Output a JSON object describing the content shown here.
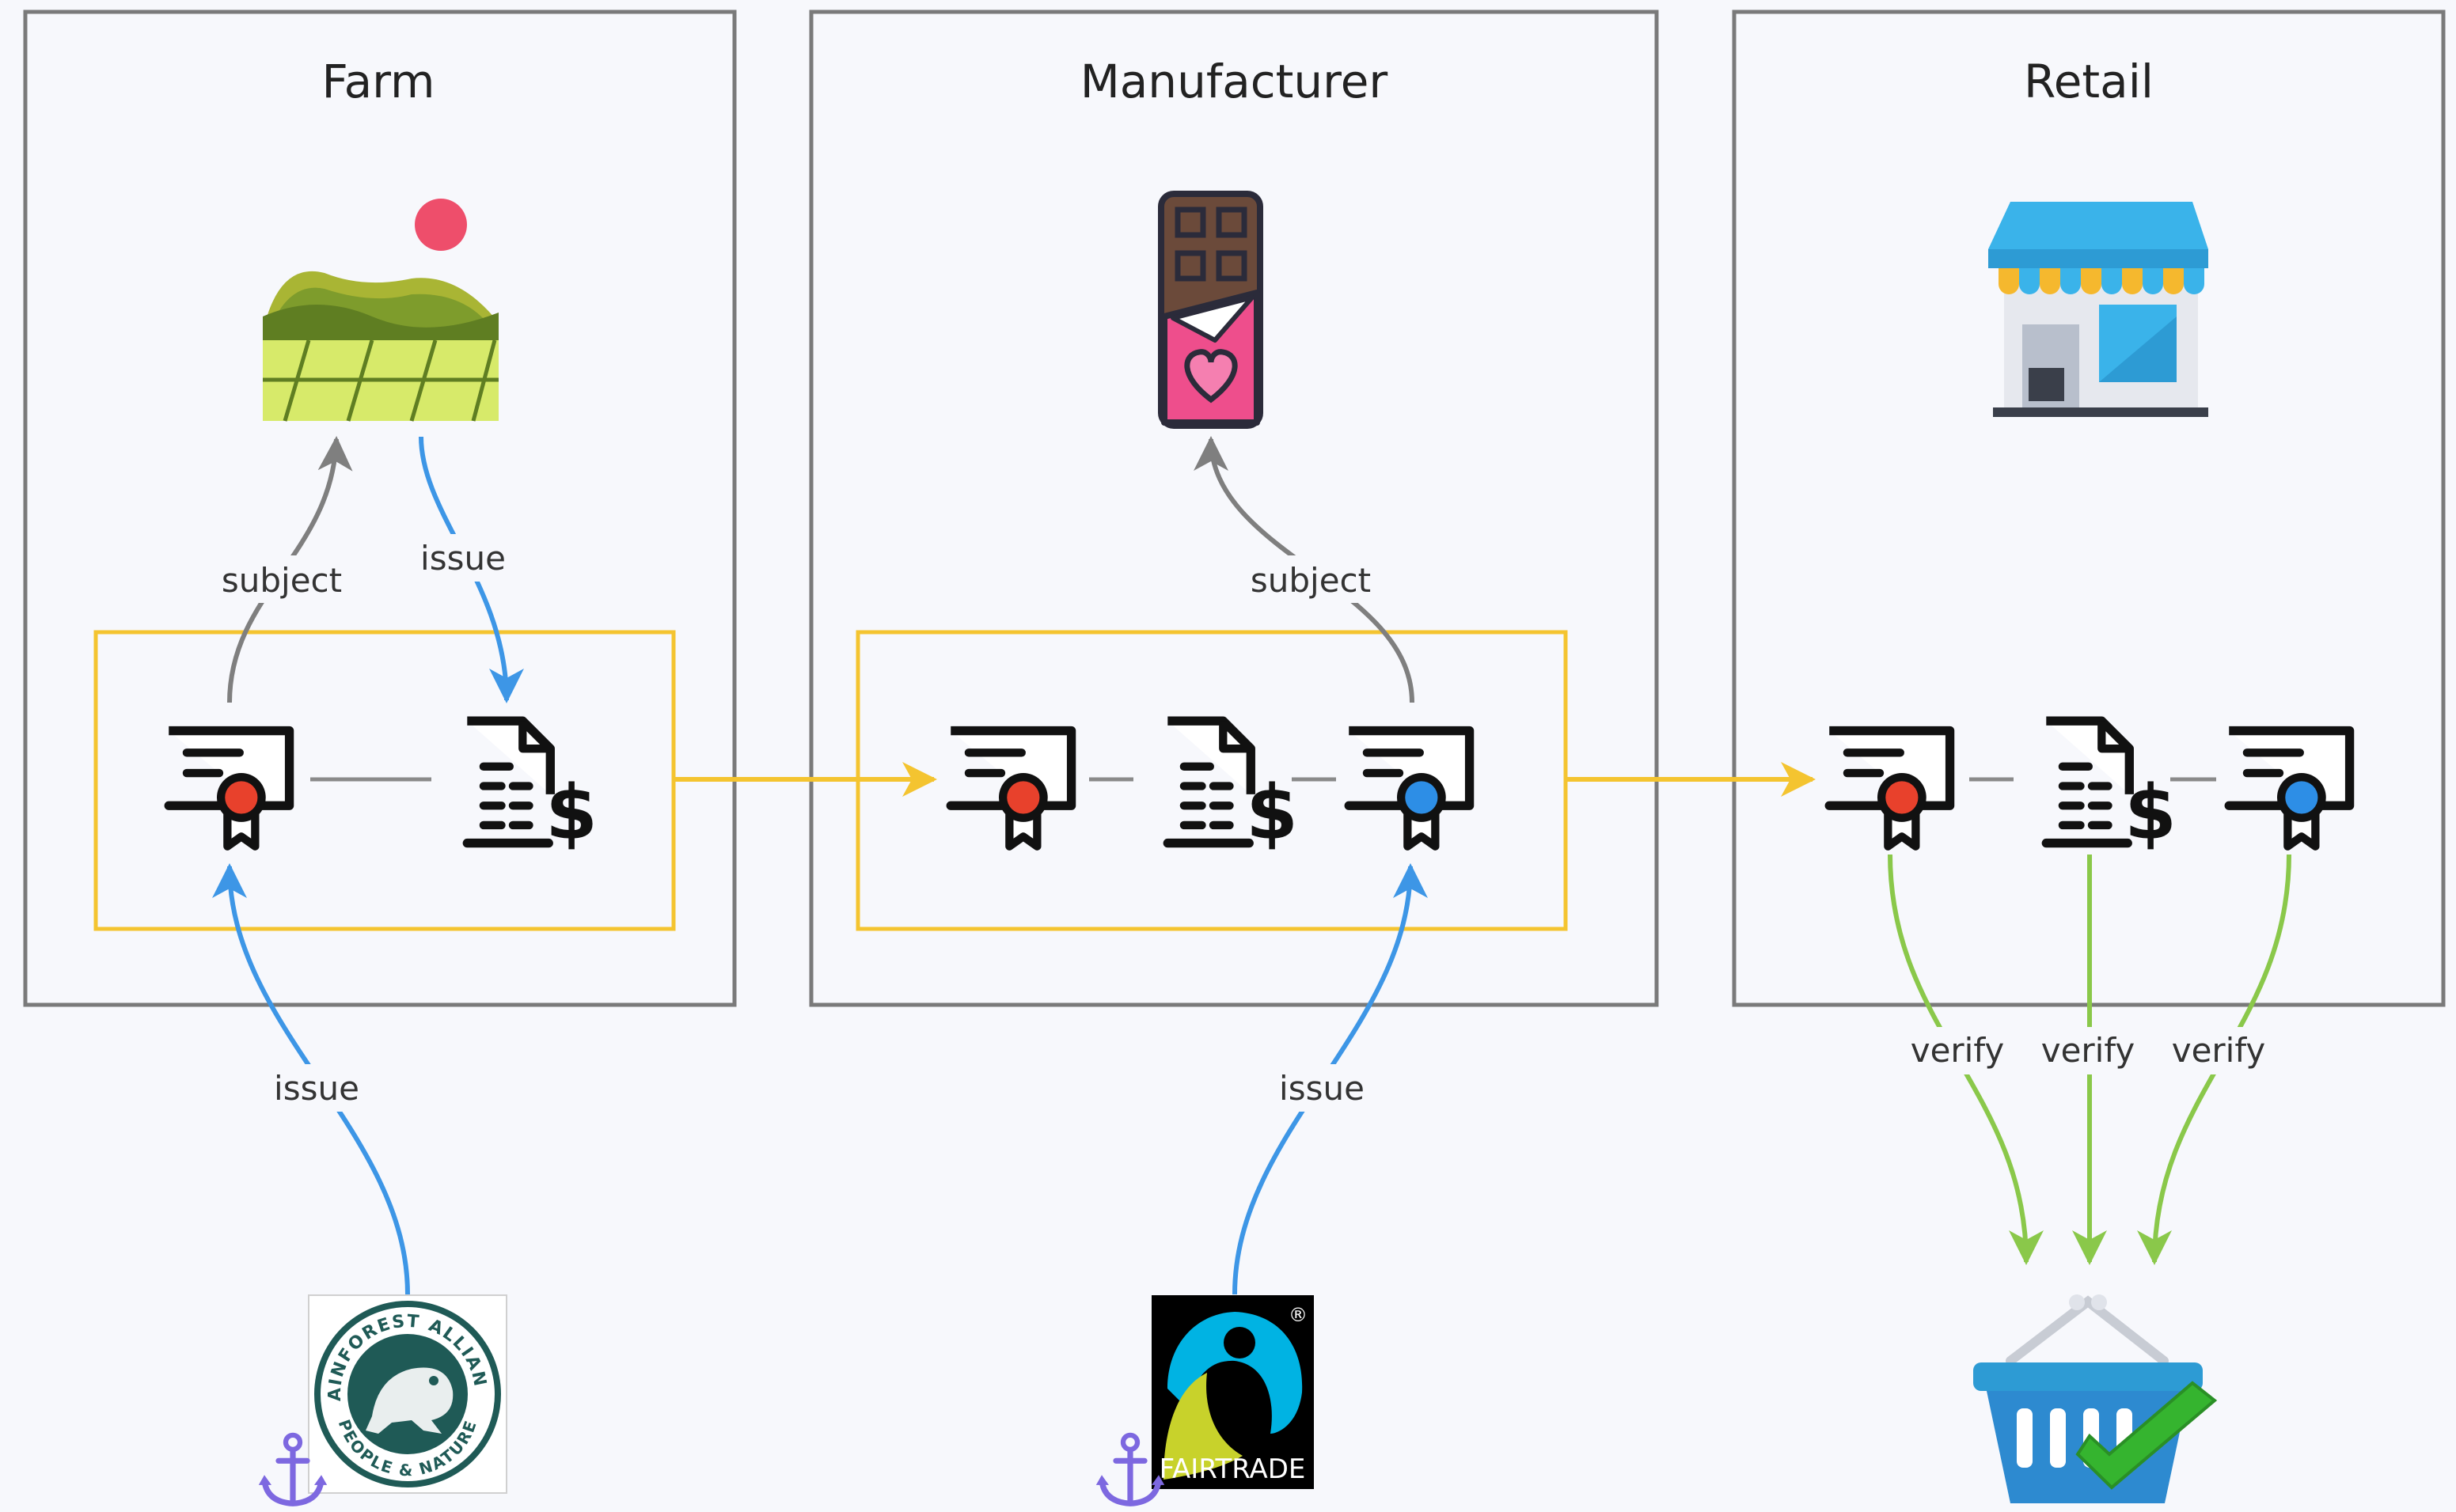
{
  "lanes": [
    {
      "title": "Farm"
    },
    {
      "title": "Manufacturer"
    },
    {
      "title": "Retail"
    }
  ],
  "edge_labels": {
    "farm_subject": "subject",
    "farm_issue": "issue",
    "manufacturer_subject": "subject",
    "rainforest_issue": "issue",
    "fairtrade_issue": "issue",
    "verify_1": "verify",
    "verify_2": "verify",
    "verify_3": "verify"
  },
  "logos": {
    "rainforest_alliance": {
      "top_text": "RAINFOREST ALLIANCE",
      "bottom_text": "PEOPLE & NATURE"
    },
    "fairtrade": {
      "text": "FAIRTRADE",
      "mark": "®"
    }
  },
  "icons": [
    "farm-field-icon",
    "chocolate-bar-icon",
    "store-icon",
    "shopping-basket-check-icon",
    "certificate-red-icon",
    "certificate-blue-icon",
    "invoice-icon",
    "anchor-icon"
  ],
  "colors": {
    "lane_border": "#7a7a7a",
    "group_border": "#f4c430",
    "gray_edge": "#7f7f7f",
    "issue_edge": "#3d96e6",
    "verify_edge": "#8ac84a",
    "flow_edge": "#f4c430",
    "seal_red": "#e8412c",
    "seal_blue": "#2d8ee6"
  }
}
